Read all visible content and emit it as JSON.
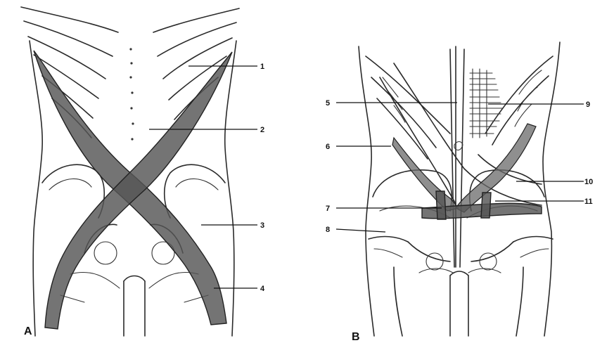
{
  "panels": [
    {
      "id": "A",
      "label": "A"
    },
    {
      "id": "B",
      "label": "B"
    }
  ],
  "callouts": {
    "c1": "1",
    "c2": "2",
    "c3": "3",
    "c4": "4",
    "c5": "5",
    "c6": "6",
    "c7": "7",
    "c8": "8",
    "c9": "9",
    "c10": "10",
    "c11": "11"
  },
  "colors": {
    "ink": "#2a2a2a",
    "band_fill": "#555555",
    "background": "#ffffff"
  }
}
